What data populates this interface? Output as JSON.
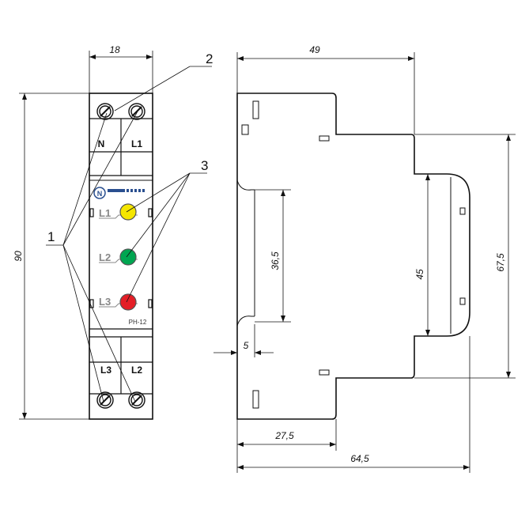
{
  "front_view": {
    "width_dim": "18",
    "height_dim": "90",
    "terminal_labels_top": [
      "N",
      "L1"
    ],
    "terminal_labels_bottom": [
      "L3",
      "L2"
    ],
    "leds": [
      {
        "label": "L1",
        "color": "#f5e600"
      },
      {
        "label": "L2",
        "color": "#00a651"
      },
      {
        "label": "L3",
        "color": "#e41e26"
      }
    ],
    "model": "РН-12",
    "logo_icon": "ni-logo-icon"
  },
  "callouts": [
    "1",
    "2",
    "3"
  ],
  "side_view": {
    "top_width_dim": "49",
    "height_67": "67,5",
    "height_45": "45",
    "height_36": "36,5",
    "offset_5": "5",
    "depth_27": "27,5",
    "depth_64": "64,5"
  },
  "colors": {
    "line": "#111111",
    "hatch": "#2a4f8f"
  }
}
